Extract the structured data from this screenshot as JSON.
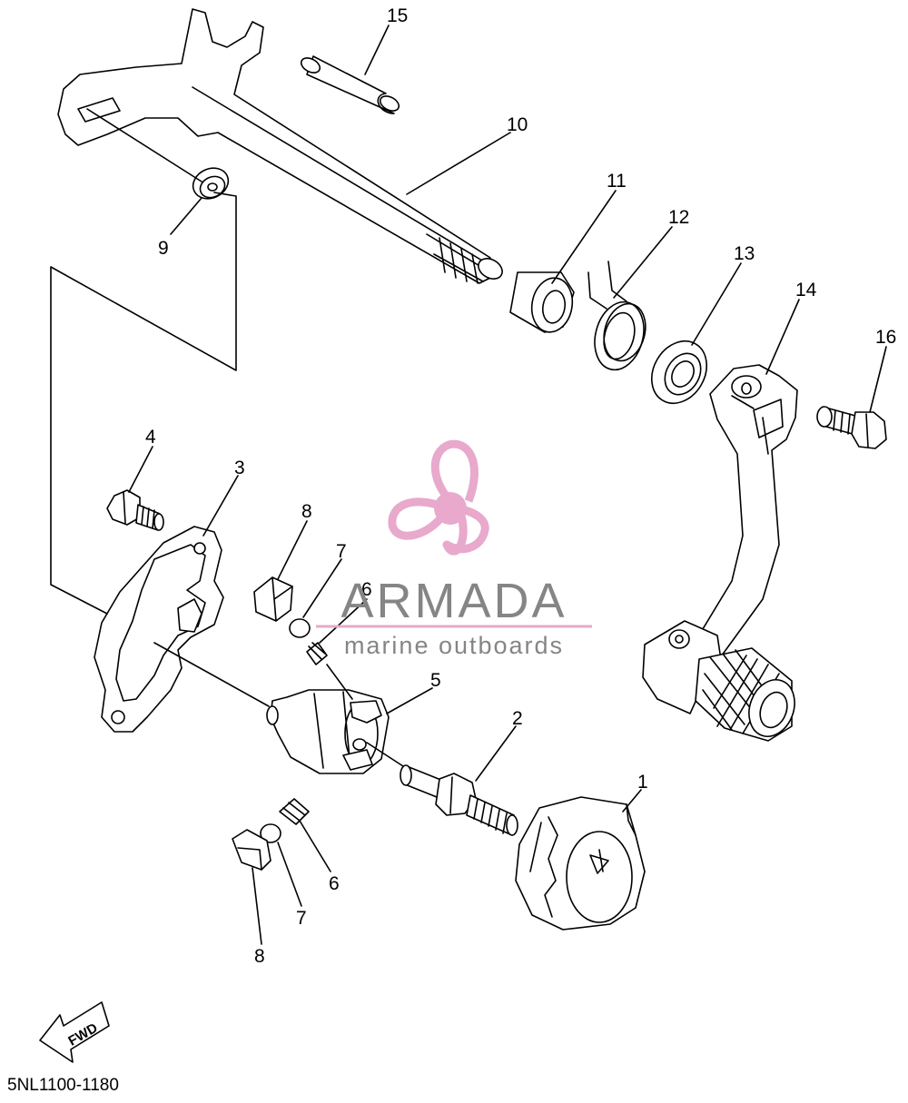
{
  "diagram": {
    "code": "5NL1100-1180",
    "fwd_label": "FWD",
    "callouts": [
      "1",
      "2",
      "3",
      "4",
      "5",
      "6",
      "6",
      "7",
      "7",
      "8",
      "8",
      "9",
      "10",
      "11",
      "12",
      "13",
      "14",
      "15",
      "16"
    ]
  },
  "watermark": {
    "brand": "ARMADA",
    "tagline": "marine outboards",
    "colors": {
      "logo_pink": "#e8a9cc",
      "text_gray": "#858585"
    }
  }
}
